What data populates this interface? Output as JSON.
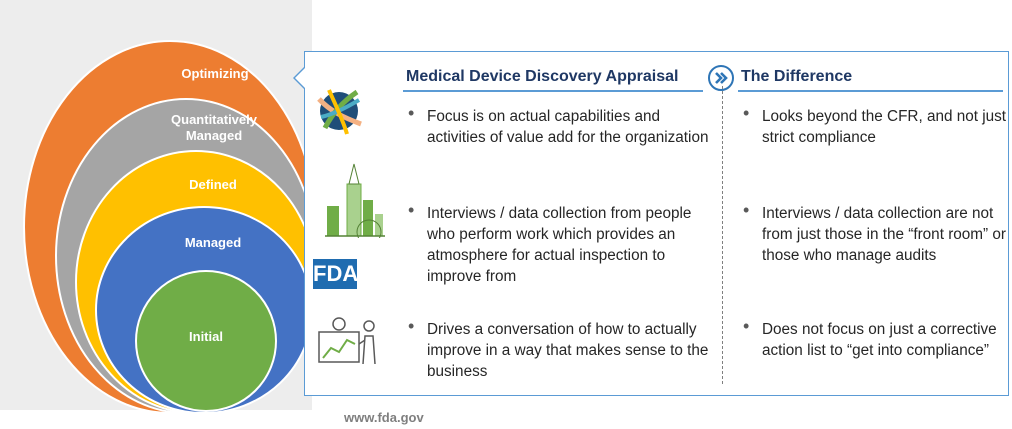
{
  "maturity_levels": [
    {
      "label": "Optimizing",
      "color": "#ed7d31"
    },
    {
      "label": "Quantitatively Managed",
      "color": "#a5a5a5"
    },
    {
      "label": "Defined",
      "color": "#ffc000"
    },
    {
      "label": "Managed",
      "color": "#4472c4"
    },
    {
      "label": "Initial",
      "color": "#70ad47"
    }
  ],
  "left_column": {
    "heading": "Medical Device Discovery Appraisal",
    "bullets": [
      "Focus is on actual capabilities and activities of value add for the organization",
      "Interviews / data collection from people who perform work which provides an atmosphere for actual inspection to improve from",
      "Drives a conversation of how to actually improve in a way that makes sense to the business"
    ]
  },
  "right_column": {
    "heading": "The Difference",
    "bullets": [
      "Looks beyond the CFR, and not just strict compliance",
      "Interviews / data collection are not from just those in the “front room” or those who manage audits",
      "Does not focus on just a corrective action list to “get into compliance”"
    ]
  },
  "icons": {
    "row1": "globe-icon",
    "row2": "city-buildings-icon",
    "row3": "fda-logo",
    "row4": "presentation-growth-icon",
    "fda_logo_text": "FDA",
    "badge": "double-chevron-icon"
  },
  "accent_color": "#5b9bd5",
  "heading_color": "#1f3864",
  "footer": {
    "url": "www.fda.gov"
  }
}
